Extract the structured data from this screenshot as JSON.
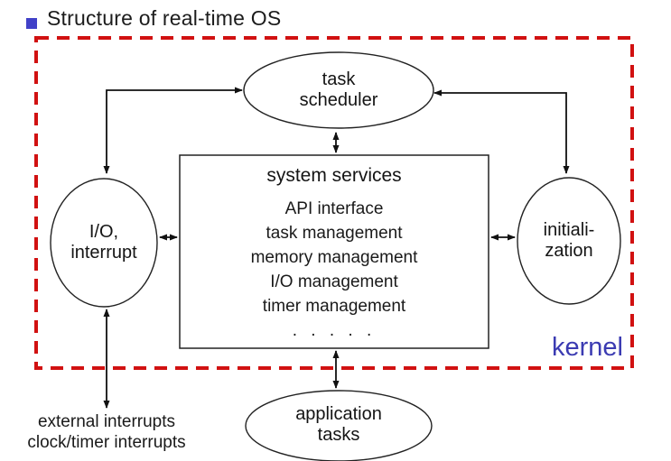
{
  "slide": {
    "title": "Structure of real-time OS",
    "kernel_label": "kernel",
    "colors": {
      "bullet": "#4141c8",
      "kernel_text": "#3b3bb2",
      "dashed_border": "#d11111",
      "diagram_lines": "#222222"
    }
  },
  "nodes": {
    "task_scheduler": {
      "line1": "task",
      "line2": "scheduler"
    },
    "io_interrupt": {
      "line1": "I/O,",
      "line2": "interrupt"
    },
    "initialization": {
      "line1": "initiali-",
      "line2": "zation"
    },
    "application_tasks": {
      "line1": "application",
      "line2": "tasks"
    },
    "system_services": {
      "title": "system services",
      "items": [
        "API interface",
        "task management",
        "memory management",
        "I/O management",
        "timer management",
        ". . . . ."
      ]
    }
  },
  "footnote": {
    "line1": "external interrupts",
    "line2": "clock/timer interrupts"
  }
}
